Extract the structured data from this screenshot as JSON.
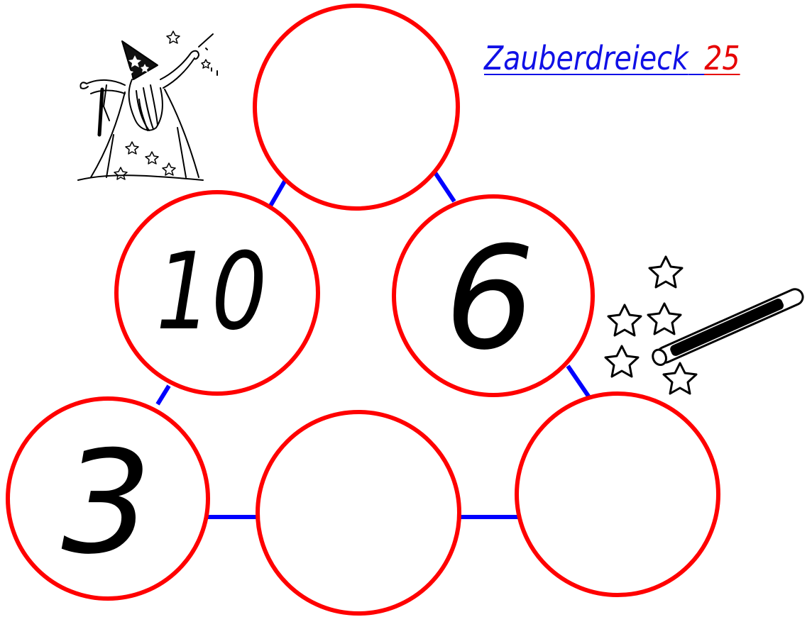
{
  "title": {
    "word": "Zauberdreieck",
    "number": "25"
  },
  "circles": {
    "top": "",
    "upper_left": "10",
    "upper_right": "6",
    "bottom_left": "3",
    "bottom_middle": "",
    "bottom_right": ""
  },
  "colors": {
    "circle_stroke": "#ff0000",
    "connector": "#0000ff",
    "title_word": "#1010e6",
    "title_number": "#e60000",
    "numbers": "#000000"
  },
  "icons": {
    "wizard": "wizard-illustration",
    "wand": "magic-wand-with-stars"
  }
}
